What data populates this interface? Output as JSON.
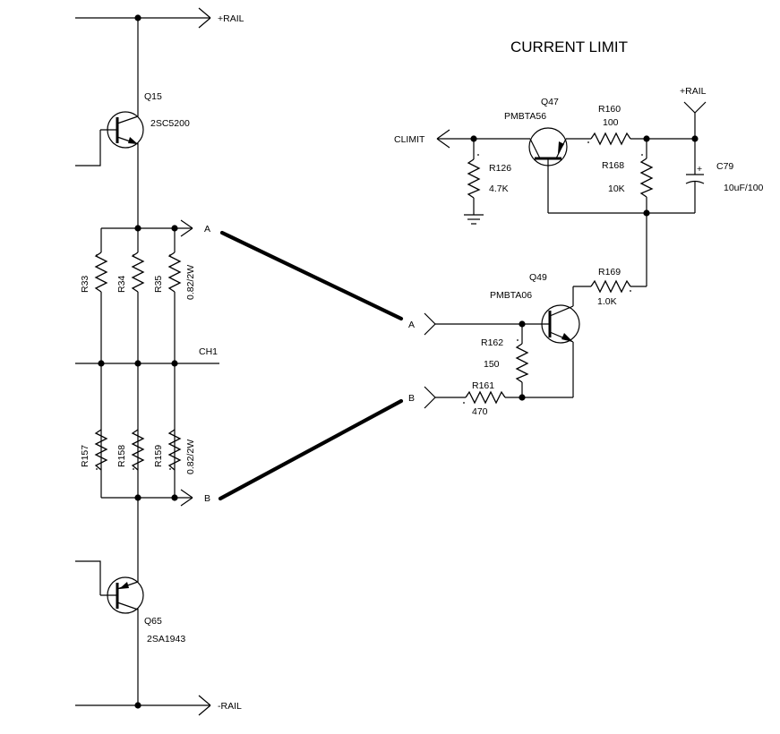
{
  "title": "CURRENT LIMIT",
  "rails": {
    "pos_top": "+RAIL",
    "neg_bottom": "-RAIL",
    "pos_right": "+RAIL"
  },
  "transistors": {
    "q15": {
      "ref": "Q15",
      "part": "2SC5200"
    },
    "q65": {
      "ref": "Q65",
      "part": "2SA1943"
    },
    "q47": {
      "ref": "Q47",
      "part": "PMBTA56"
    },
    "q49": {
      "ref": "Q49",
      "part": "PMBTA06"
    }
  },
  "resistors": {
    "r33": "R33",
    "r34": "R34",
    "r35": "R35",
    "r35_value": "0.82/2W",
    "r157": "R157",
    "r158": "R158",
    "r159": "R159",
    "r159_value": "0.82/2W",
    "r126": "R126",
    "r126_value": "4.7K",
    "r160": "R160",
    "r160_value": "100",
    "r168": "R168",
    "r168_value": "10K",
    "r169": "R169",
    "r169_value": "1.0K",
    "r162": "R162",
    "r162_value": "150",
    "r161": "R161",
    "r161_value": "470"
  },
  "capacitors": {
    "c79": "C79",
    "c79_value": "10uF/100",
    "c79_polarity": "+"
  },
  "nets": {
    "a_left": "A",
    "b_left": "B",
    "a_right": "A",
    "b_right": "B",
    "ch1": "CH1",
    "climit": "CLIMIT"
  }
}
